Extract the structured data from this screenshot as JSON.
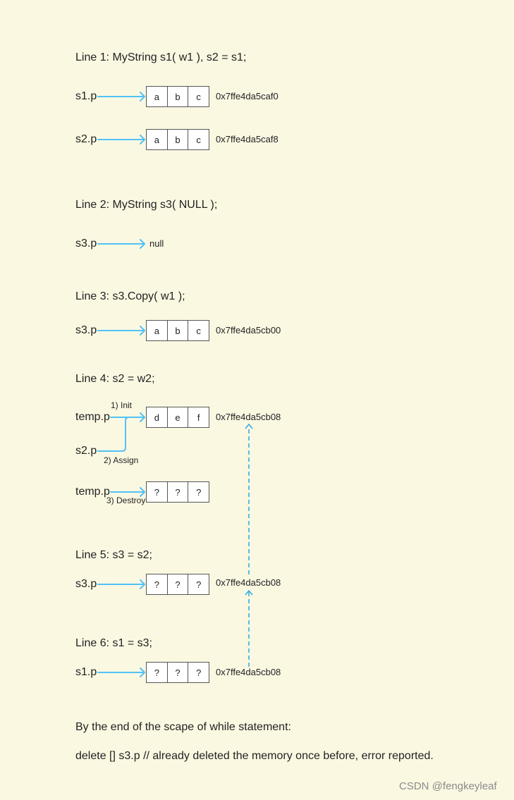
{
  "lines": {
    "line1": "Line 1: MyString s1( w1 ), s2 = s1;",
    "line2": "Line 2: MyString s3( NULL );",
    "line3": "Line 3: s3.Copy( w1 );",
    "line4": "Line 4: s2 = w2;",
    "line5": "Line 5: s3 = s2;",
    "line6": "Line 6: s1 = s3;"
  },
  "vars": {
    "s1p": "s1.p",
    "s2p": "s2.p",
    "s3p": "s3.p",
    "tempp": "temp.p"
  },
  "steps": {
    "init": "1) Init",
    "assign": "2) Assign",
    "destroy": "3) Destroy"
  },
  "null_label": "null",
  "blocks": {
    "b1": {
      "cells": [
        "a",
        "b",
        "c"
      ],
      "address": "0x7ffe4da5caf0"
    },
    "b2": {
      "cells": [
        "a",
        "b",
        "c"
      ],
      "address": "0x7ffe4da5caf8"
    },
    "b3": {
      "cells": [
        "a",
        "b",
        "c"
      ],
      "address": "0x7ffe4da5cb00"
    },
    "b4": {
      "cells": [
        "d",
        "e",
        "f"
      ],
      "address": "0x7ffe4da5cb08"
    },
    "b5": {
      "cells": [
        "?",
        "?",
        "?"
      ]
    },
    "b6": {
      "cells": [
        "?",
        "?",
        "?"
      ],
      "address": "0x7ffe4da5cb08"
    },
    "b7": {
      "cells": [
        "?",
        "?",
        "?"
      ],
      "address": "0x7ffe4da5cb08"
    }
  },
  "footer": {
    "note1": "By the end of the scape of while statement:",
    "note2": "delete [] s3.p // already deleted the memory once before, error reported."
  },
  "watermark": "CSDN @fengkeyleaf",
  "colors": {
    "background": "#fbf8e2",
    "arrow": "#4fc3f7",
    "dashed": "#29a9e0"
  }
}
